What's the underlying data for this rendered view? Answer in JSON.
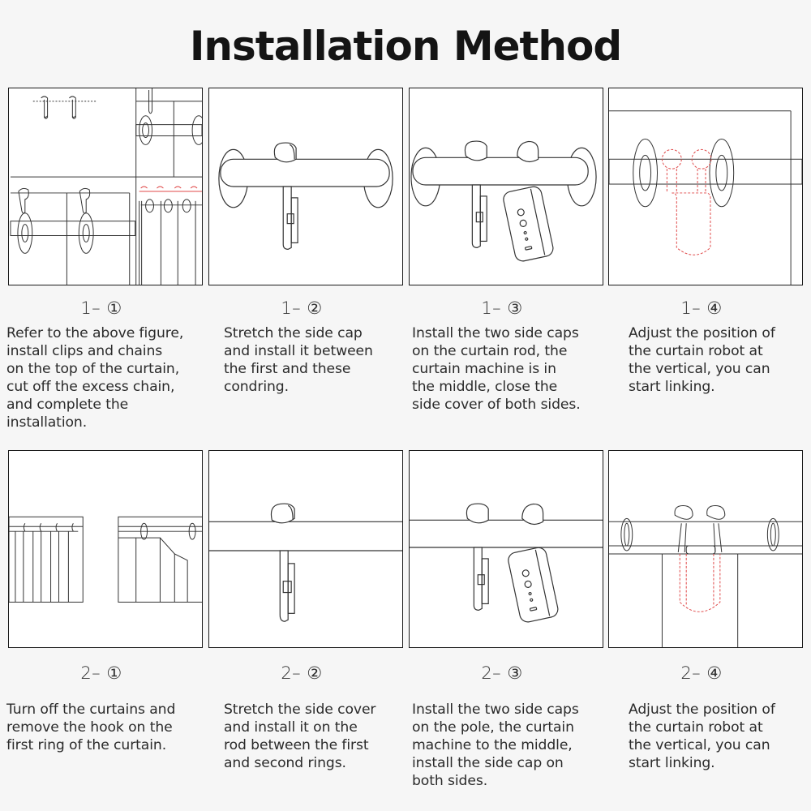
{
  "title": "Installation Method",
  "rows": [
    {
      "steps": [
        {
          "label": "1– ①",
          "description": "Refer to the above figure,\ninstall clips and chains\non the top of the curtain,\ncut off the excess chain,\nand complete the\ninstallation.",
          "illustration": "clips-and-chains-collage"
        },
        {
          "label": "1– ②",
          "description": "Stretch the side cap\nand install it between\nthe first and these\ncondring.",
          "illustration": "side-cap-on-rod"
        },
        {
          "label": "1– ③",
          "description": "Install the two side caps\non the curtain rod, the\ncurtain machine is in\nthe middle, close the\nside cover of both sides.",
          "illustration": "two-side-caps-and-machine"
        },
        {
          "label": "1– ④",
          "description": "Adjust the position of\nthe curtain robot at\nthe vertical, you can\nstart linking.",
          "illustration": "robot-between-grommets"
        }
      ]
    },
    {
      "steps": [
        {
          "label": "2– ①",
          "description": "Turn off the curtains and\nremove the hook on the\nfirst ring of the curtain.",
          "illustration": "curtain-hooks-removed"
        },
        {
          "label": "2– ②",
          "description": "Stretch the side cover\nand install it on the\nrod between the first\nand second rings.",
          "illustration": "side-cover-on-rod"
        },
        {
          "label": "2– ③",
          "description": "Install the two side caps\non the pole, the curtain\nmachine to the middle,\ninstall the side cap on\nboth sides.",
          "illustration": "two-side-caps-and-machine-pole"
        },
        {
          "label": "2– ④",
          "description": "Adjust the position of\nthe curtain robot at\nthe vertical, you can\nstart linking.",
          "illustration": "robot-between-rings"
        }
      ]
    }
  ],
  "colors": {
    "background": "#f6f6f6",
    "panel": "#ffffff",
    "line": "#333333",
    "highlight": "#e04a4a"
  }
}
